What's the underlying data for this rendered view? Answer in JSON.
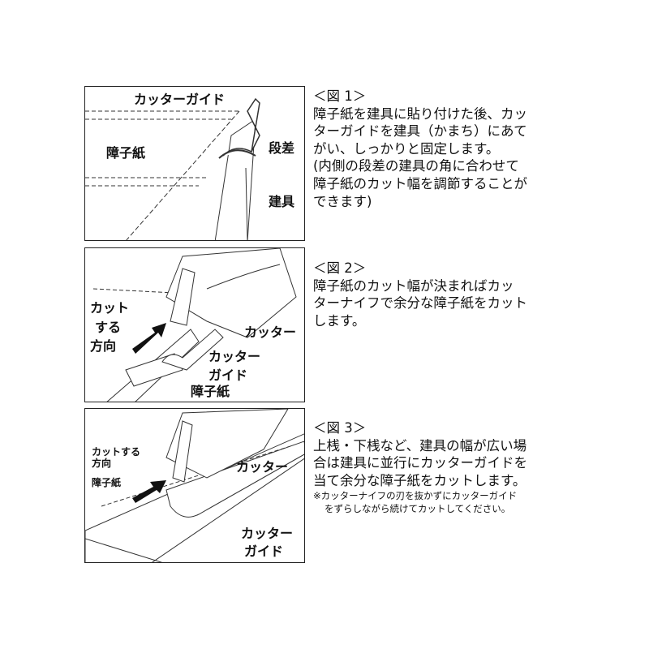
{
  "figures": [
    {
      "heading": "＜図 1＞",
      "lines": [
        "障子紙を建具に貼り付けた後、カッ",
        "ターガイドを建具（かまち）にあて",
        "がい、しっかりと固定します。",
        "(内側の段差の建具の角に合わせて",
        "障子紙のカット幅を調節することが",
        "できます)"
      ],
      "labels": {
        "cutter_guide": "カッターガイド",
        "shoji_paper": "障子紙",
        "step": "段差",
        "fitting": "建具"
      }
    },
    {
      "heading": "＜図 2＞",
      "lines": [
        "障子紙のカット幅が決まればカッ",
        "ターナイフで余分な障子紙をカット",
        "します。"
      ],
      "labels": {
        "direction": [
          "カット",
          "する",
          "方向"
        ],
        "cutter": "カッター",
        "cutter_guide": [
          "カッター",
          "ガイド"
        ],
        "shoji_paper": "障子紙"
      }
    },
    {
      "heading": "＜図 3＞",
      "lines": [
        "上桟・下桟など、建具の幅が広い場",
        "合は建具に並行にカッターガイドを",
        "当て余分な障子紙をカットします。"
      ],
      "notes": [
        "※カッターナイフの刃を抜かずにカッターガイド",
        "をずらしながら続けてカットしてください。"
      ],
      "labels": {
        "direction": [
          "カットする",
          "方向"
        ],
        "shoji_paper": "障子紙",
        "cutter": "カッター",
        "cutter_guide": [
          "カッター",
          "ガイド"
        ]
      }
    }
  ]
}
